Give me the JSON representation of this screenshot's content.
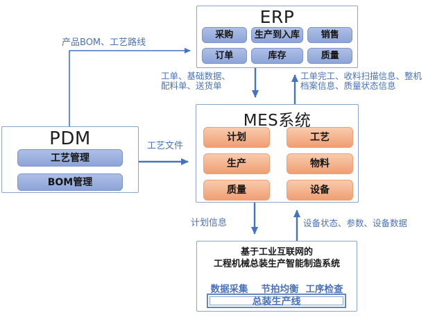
{
  "diagram": {
    "erp": {
      "title": "ERP",
      "modules": [
        "采购",
        "生产到入库",
        "销售",
        "订单",
        "库存",
        "质量"
      ]
    },
    "pdm": {
      "title": "PDM",
      "modules": [
        "工艺管理",
        "BOM管理"
      ]
    },
    "mes": {
      "title": "MES系统",
      "modules": [
        "计划",
        "工艺",
        "生产",
        "物料",
        "质量",
        "设备"
      ]
    },
    "factory": {
      "title_line1": "基于工业互联网的",
      "title_line2": "工程机械总装生产智能制造系统",
      "features": [
        "数据采集",
        "节拍均衡",
        "工序检查"
      ],
      "assembly_line": "总装生产线"
    },
    "connections": {
      "pdm_to_erp": {
        "label": "产品BOM、工艺路线"
      },
      "erp_to_mes": {
        "line1": "工单、基础数据、",
        "line2": "配料单、送货单"
      },
      "mes_to_erp": {
        "line1": "工单完工、收料扫描信息、整机",
        "line2": "档案信息、质量状态信息"
      },
      "pdm_to_mes": {
        "label": "工艺文件"
      },
      "mes_to_factory": {
        "label": "计划信息"
      },
      "factory_to_mes": {
        "label": "设备状态、参数、设备数据"
      }
    },
    "colors": {
      "arrow": "#4472c4",
      "label_text": "#4a72b8",
      "box_border": "#8ca4c6",
      "blue_button_top": "#aebfe6",
      "blue_button_bottom": "#8da4d8",
      "blue_button_border": "#7e93cb",
      "orange_button_top": "#f8cbad",
      "orange_button_bottom": "#f09e72",
      "orange_button_border": "#eda07a"
    }
  }
}
